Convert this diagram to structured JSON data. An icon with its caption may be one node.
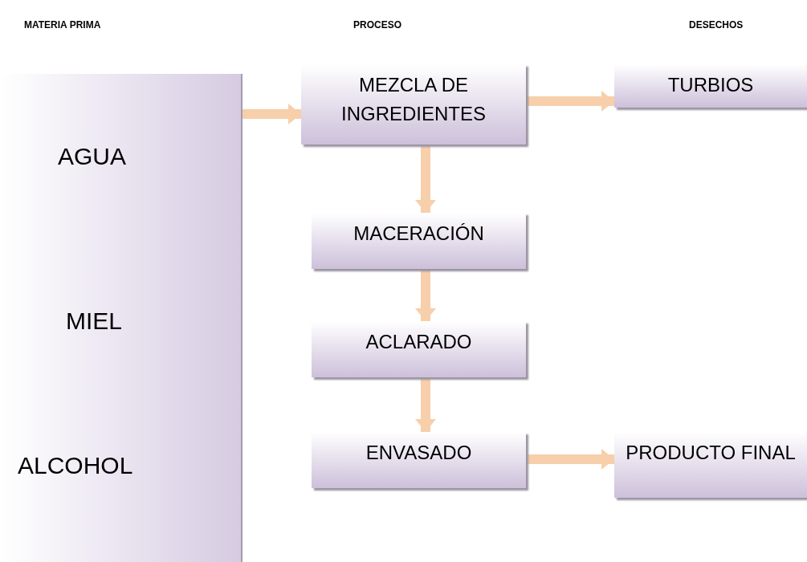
{
  "diagram": {
    "nodes": [
      {
        "text": [
          "AGUA",
          "MIEL",
          "ALCOHOL"
        ]
      },
      {
        "text": [
          "MEZCLA DE INGREDIENTES"
        ]
      },
      {
        "text": [
          "TURBIOS"
        ]
      },
      {
        "text": [
          "MACERACIÓN"
        ]
      },
      {
        "text": [
          "ACLARADO"
        ]
      },
      {
        "text": [
          "ENVASADO"
        ]
      },
      {
        "text": [
          "PRODUCTO FINAL"
        ]
      }
    ],
    "edges": [
      {
        "from": 0,
        "to": 1,
        "arrow": "to"
      },
      {
        "from": 1,
        "to": 2,
        "arrow": "to"
      },
      {
        "from": 1,
        "to": 3,
        "arrow": "to"
      },
      {
        "from": 3,
        "to": 4,
        "arrow": "to"
      },
      {
        "from": 4,
        "to": 5,
        "arrow": "to"
      },
      {
        "from": 5,
        "to": 6,
        "arrow": "to"
      }
    ],
    "labels": [
      "MATERIA PRIMA",
      "PROCESO",
      "DESECHOS"
    ]
  }
}
